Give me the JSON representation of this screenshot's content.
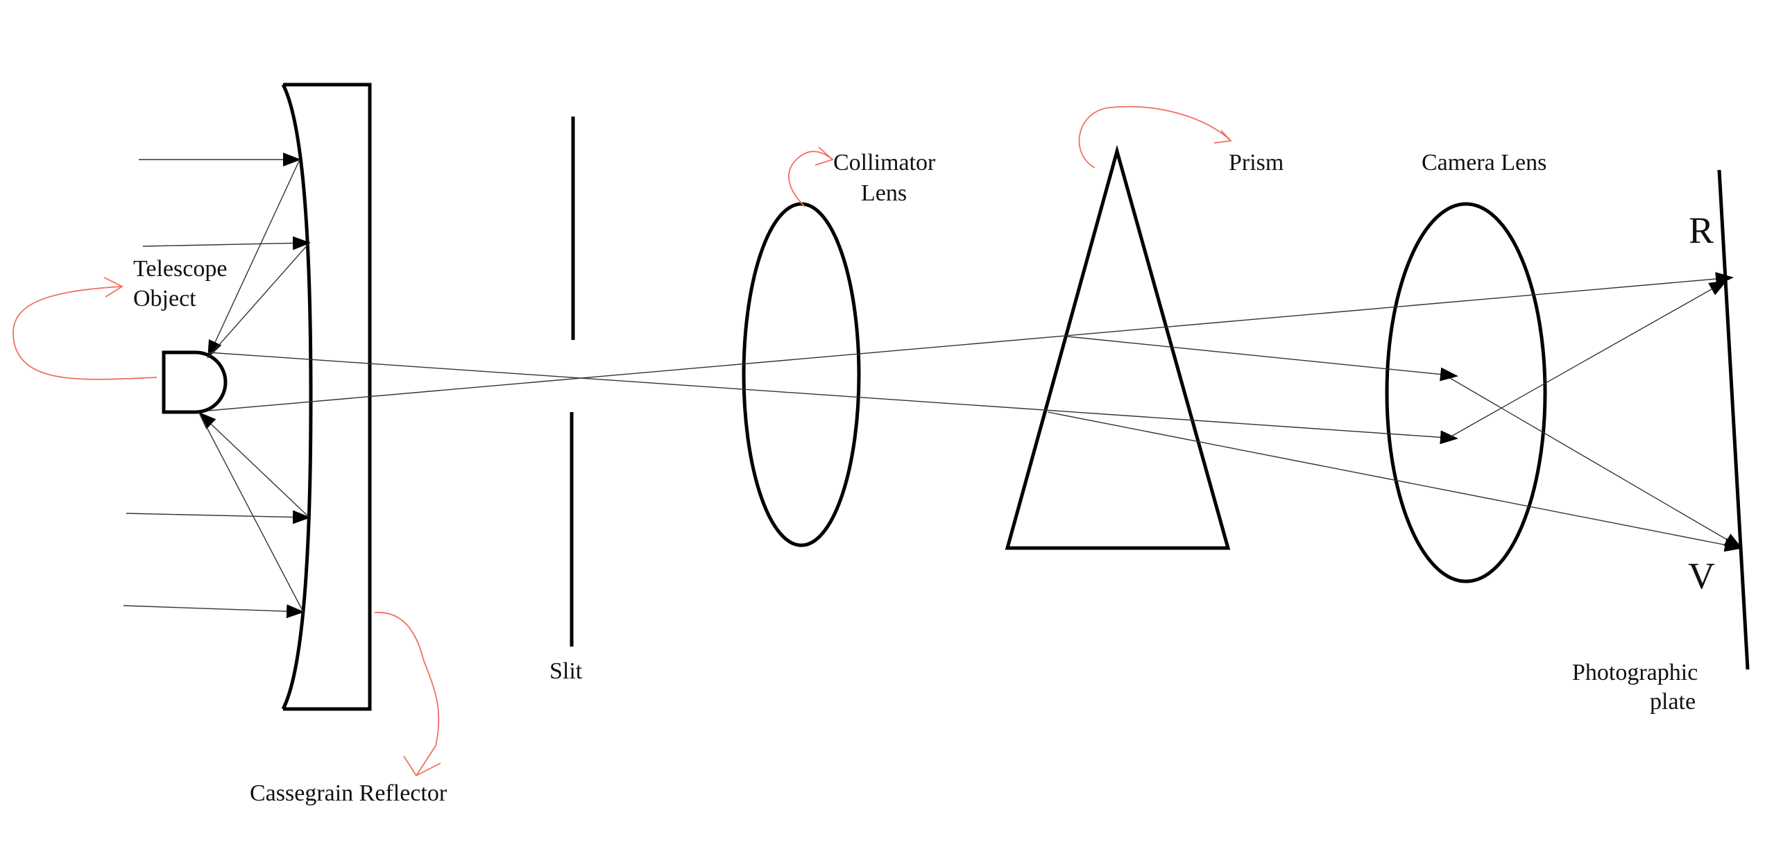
{
  "labels": {
    "telescope_line1": "Telescope",
    "telescope_line2": "Object",
    "cassegrain": "Cassegrain Reflector",
    "slit": "Slit",
    "collimator_line1": "Collimator",
    "collimator_line2": "Lens",
    "prism": "Prism",
    "camera_lens": "Camera Lens",
    "red": "R",
    "violet": "V",
    "plate_line1": "Photographic",
    "plate_line2": "plate"
  },
  "colors": {
    "outline": "#000000",
    "ray": "#333333",
    "annotation": "#f07060"
  }
}
